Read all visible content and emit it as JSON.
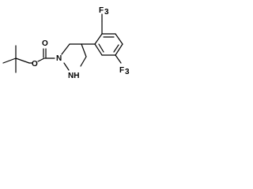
{
  "molecule": {
    "atoms": {
      "carbonyl_oxygen": "O",
      "ester_oxygen": "O",
      "n1": "N",
      "n4": "NH",
      "cf3_top_fluorine": "F",
      "cf3_top_carbon_digit": "3",
      "cf3_right_fluorine": "F",
      "cf3_right_carbon_digit": "3"
    }
  }
}
